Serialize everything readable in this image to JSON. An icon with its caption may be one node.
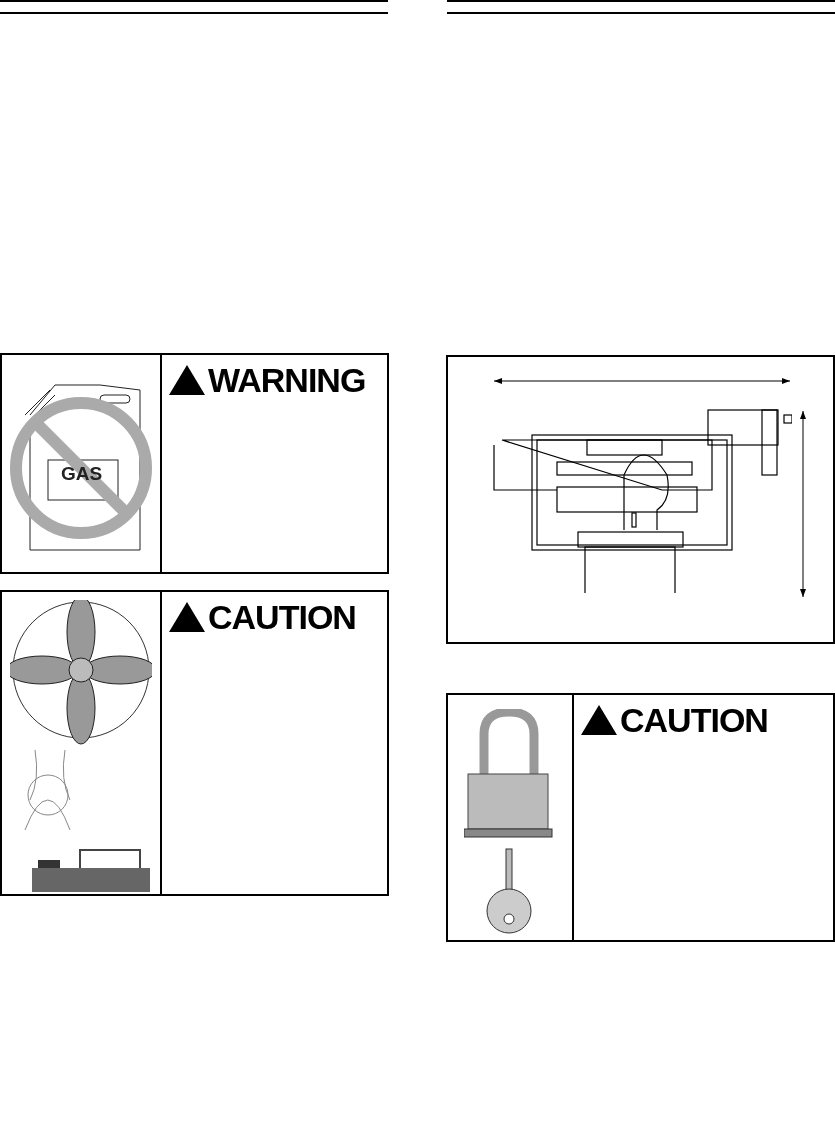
{
  "diagram": {
    "nodes": [
      {
        "text": [
          "WARNING"
        ]
      },
      {
        "text": [
          "CAUTION"
        ]
      },
      {
        "text": [
          "CAUTION"
        ]
      }
    ],
    "labels": [
      "GAS"
    ]
  }
}
